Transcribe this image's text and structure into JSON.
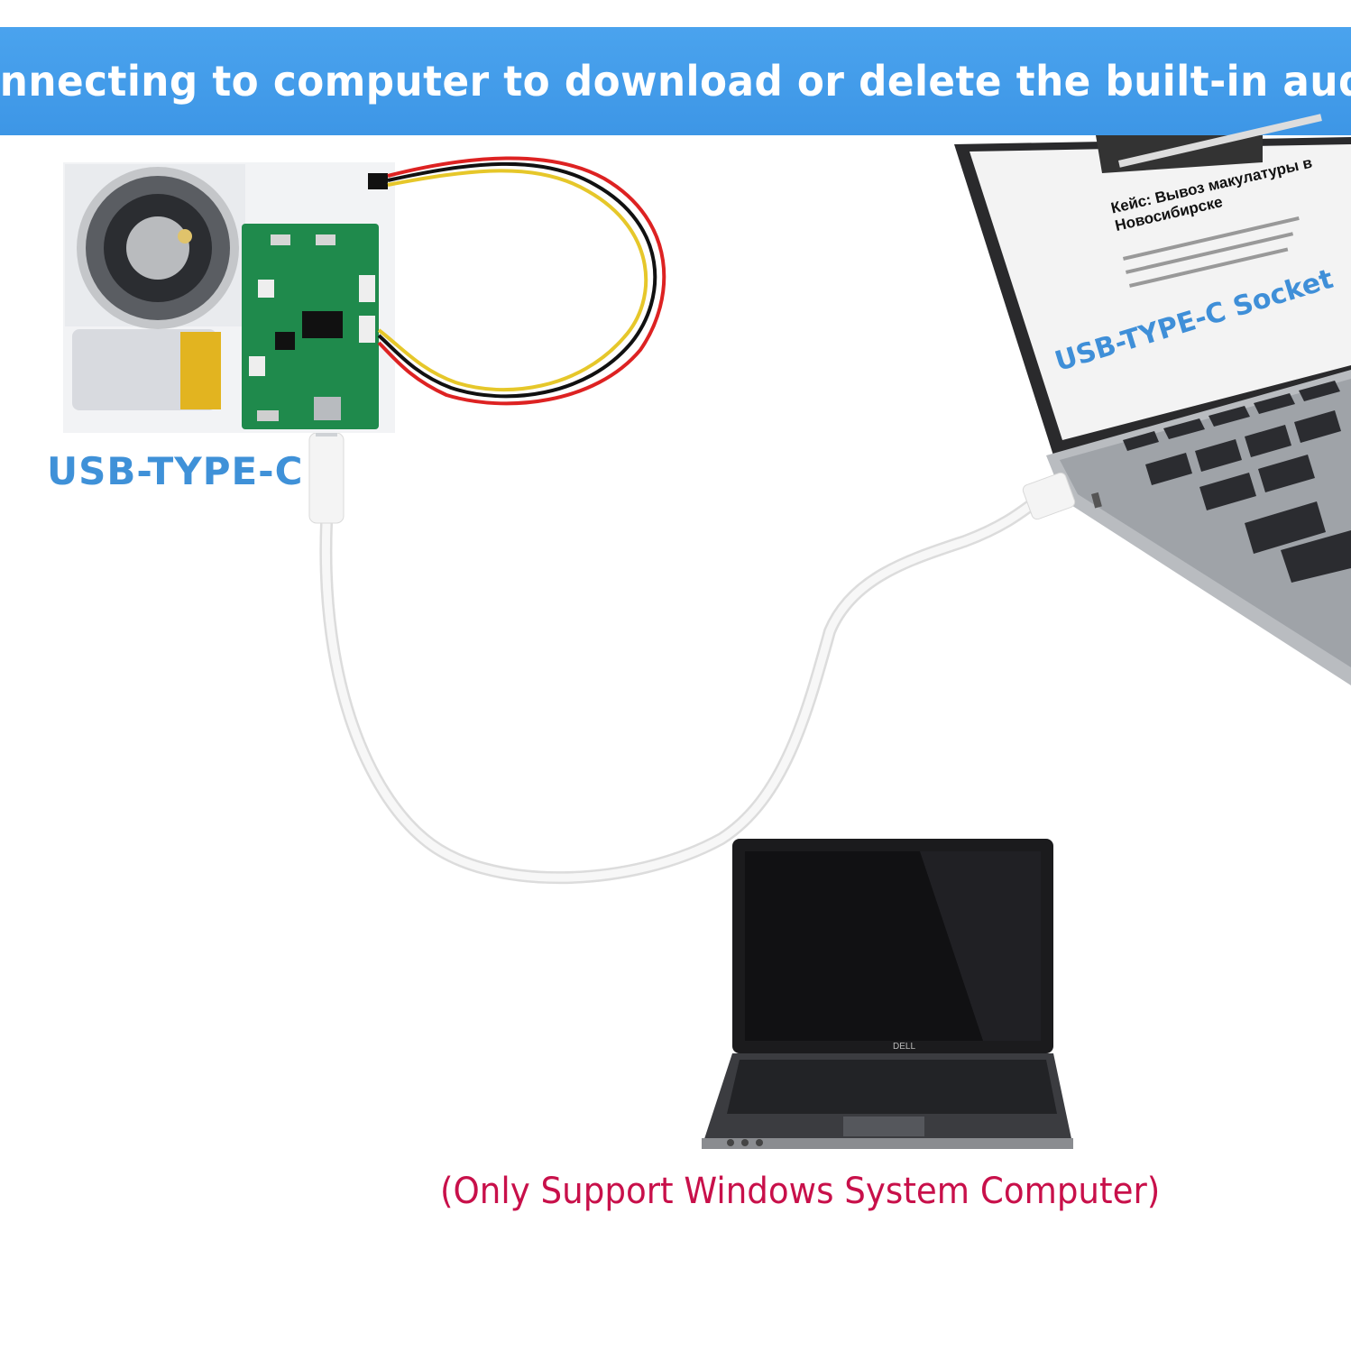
{
  "banner": {
    "title": "Connecting to computer to download or delete the built-in audio",
    "color": "#4aa3ee"
  },
  "labels": {
    "usb_type_c": "USB-TYPE-C",
    "usb_type_c_socket": "USB-TYPE-C Socket",
    "only_windows": "(Only Support Windows System Computer)"
  },
  "laptop_screen": {
    "headline_line1": "Кейс: Вывоз макулатуры в",
    "headline_line2": "Новосибирске"
  },
  "colors": {
    "label_blue": "#3f91d8",
    "note_red": "#c8104a",
    "pcb_green": "#1f8a4c",
    "cable_white": "#f4f4f4"
  }
}
